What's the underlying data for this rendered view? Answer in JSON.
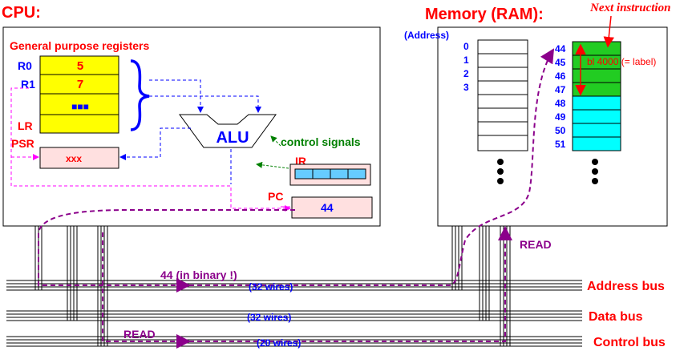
{
  "cpu": {
    "title": "CPU:",
    "registers_title": "General purpose registers",
    "register_labels": [
      "R0",
      "R1",
      "LR"
    ],
    "register_values": [
      "5",
      "7",
      "■■■"
    ],
    "psr_label": "PSR",
    "psr_value": "xxx",
    "alu_label": "ALU",
    "control_signals": "control signals",
    "ir_label": "IR",
    "pc_label": "PC",
    "pc_value": "44"
  },
  "memory": {
    "title": "Memory (RAM):",
    "address_header": "(Address)",
    "left_addresses": [
      "0",
      "1",
      "2",
      "3"
    ],
    "right_addresses": [
      "44",
      "45",
      "46",
      "47",
      "48",
      "49",
      "50",
      "51"
    ],
    "instruction": "bl  4000 (= label)",
    "next_instruction": "Next instruction"
  },
  "buses": {
    "address_bus": "Address bus",
    "data_bus": "Data bus",
    "control_bus": "Control bus",
    "address_wires": "(32 wires)",
    "data_wires": "(32 wires)",
    "control_wires": "(20 wires)",
    "address_value": "44 (in binary !)",
    "read_control": "READ",
    "read_memory": "READ"
  },
  "colors": {
    "register_fill": "#ffff00",
    "memory_green": "#22cc22",
    "memory_cyan": "#00ffff",
    "reg_box_fill": "#ffe0e0"
  }
}
